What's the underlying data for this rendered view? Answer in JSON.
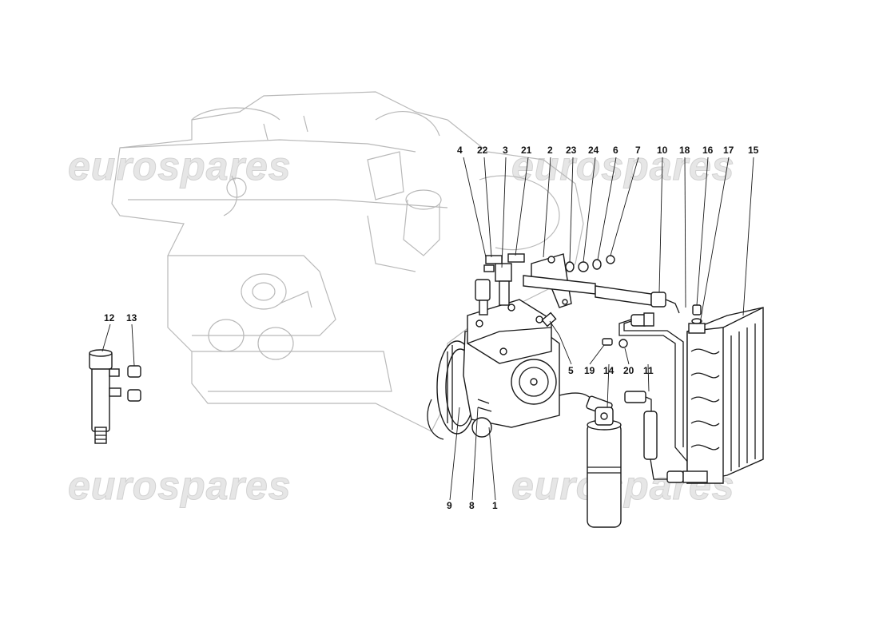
{
  "watermark": {
    "text": "eurospares"
  },
  "callouts": {
    "c1": "1",
    "c2": "2",
    "c3": "3",
    "c4": "4",
    "c5": "5",
    "c6": "6",
    "c7": "7",
    "c8": "8",
    "c9": "9",
    "c10": "10",
    "c11": "11",
    "c12": "12",
    "c13": "13",
    "c14": "14",
    "c15": "15",
    "c16": "16",
    "c17": "17",
    "c18": "18",
    "c19": "19",
    "c20": "20",
    "c21": "21",
    "c22": "22",
    "c23": "23",
    "c24": "24"
  }
}
